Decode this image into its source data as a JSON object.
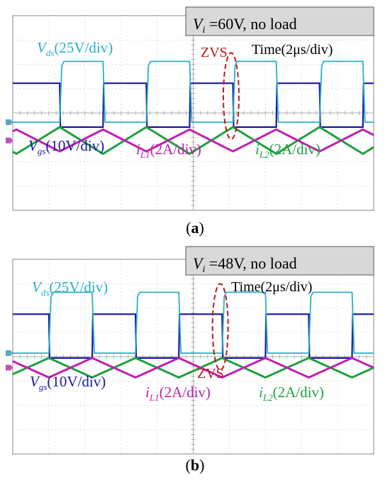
{
  "chart_data": [
    {
      "type": "line",
      "panel_label": "a",
      "condition": {
        "sym": "V",
        "sub": "i",
        "text": " =60V, no load"
      },
      "time_label": "Time(2μs/div)",
      "zvs_label": "ZVS",
      "labels": {
        "vds": {
          "sym": "V",
          "sub": "ds",
          "unit": "(25V/div)"
        },
        "vgs": {
          "sym": "V",
          "sub": "gs",
          "unit": "(10V/div)"
        },
        "il1": {
          "sym": "i",
          "sub": "L1",
          "unit": "(2A/div)"
        },
        "il2": {
          "sym": "i",
          "sub": "L2",
          "unit": "(2A/div)"
        }
      },
      "switching_period_divs": 2.4,
      "duty_high": 0.5,
      "first_rise_div": 1.3,
      "series": [
        {
          "key": "vds",
          "levels_div": [
            0,
            2.5
          ],
          "color": "#2ab0c8"
        },
        {
          "key": "vgs",
          "levels_div": [
            1.6,
            -0.2
          ],
          "color": "#1a1aa0"
        },
        {
          "key": "il1",
          "range_div": [
            -1.2,
            -0.3
          ],
          "color": "#b020b0"
        },
        {
          "key": "il2",
          "range_div": [
            -1.3,
            -0.2
          ],
          "color": "#20a040"
        }
      ],
      "colors": {
        "vds": "#2ab0c8",
        "vgs": "#1a1aa0",
        "il1": "#c020b0",
        "il2": "#20a040",
        "zvs": "#c01818",
        "title_bg": "#d9d9d9"
      }
    },
    {
      "type": "line",
      "panel_label": "b",
      "condition": {
        "sym": "V",
        "sub": "i",
        "text": "  =48V, no load"
      },
      "time_label": "Time(2μs/div)",
      "zvs_label": "ZVS",
      "labels": {
        "vds": {
          "sym": "V",
          "sub": "ds",
          "unit": "(25V/div)"
        },
        "vgs": {
          "sym": "V",
          "sub": "gs",
          "unit": "(10V/div)"
        },
        "il1": {
          "sym": "i",
          "sub": "L1",
          "unit": "(2A/div)"
        },
        "il2": {
          "sym": "i",
          "sub": "L2",
          "unit": "(2A/div)"
        }
      },
      "switching_period_divs": 2.4,
      "duty_high": 0.5,
      "first_rise_div": 1.0,
      "series": [
        {
          "key": "vds",
          "levels_div": [
            0,
            2.5
          ],
          "color": "#2ab0c8"
        },
        {
          "key": "vgs",
          "levels_div": [
            1.6,
            -0.2
          ],
          "color": "#1a1aa0"
        },
        {
          "key": "il1",
          "range_div": [
            -1.0,
            -0.2
          ],
          "color": "#b020b0"
        },
        {
          "key": "il2",
          "range_div": [
            -1.0,
            -0.2
          ],
          "color": "#20a040"
        }
      ],
      "colors": {
        "vds": "#2ab0c8",
        "vgs": "#1a1aa0",
        "il1": "#c020b0",
        "il2": "#20a040",
        "zvs": "#c01818",
        "title_bg": "#d9d9d9"
      }
    }
  ]
}
